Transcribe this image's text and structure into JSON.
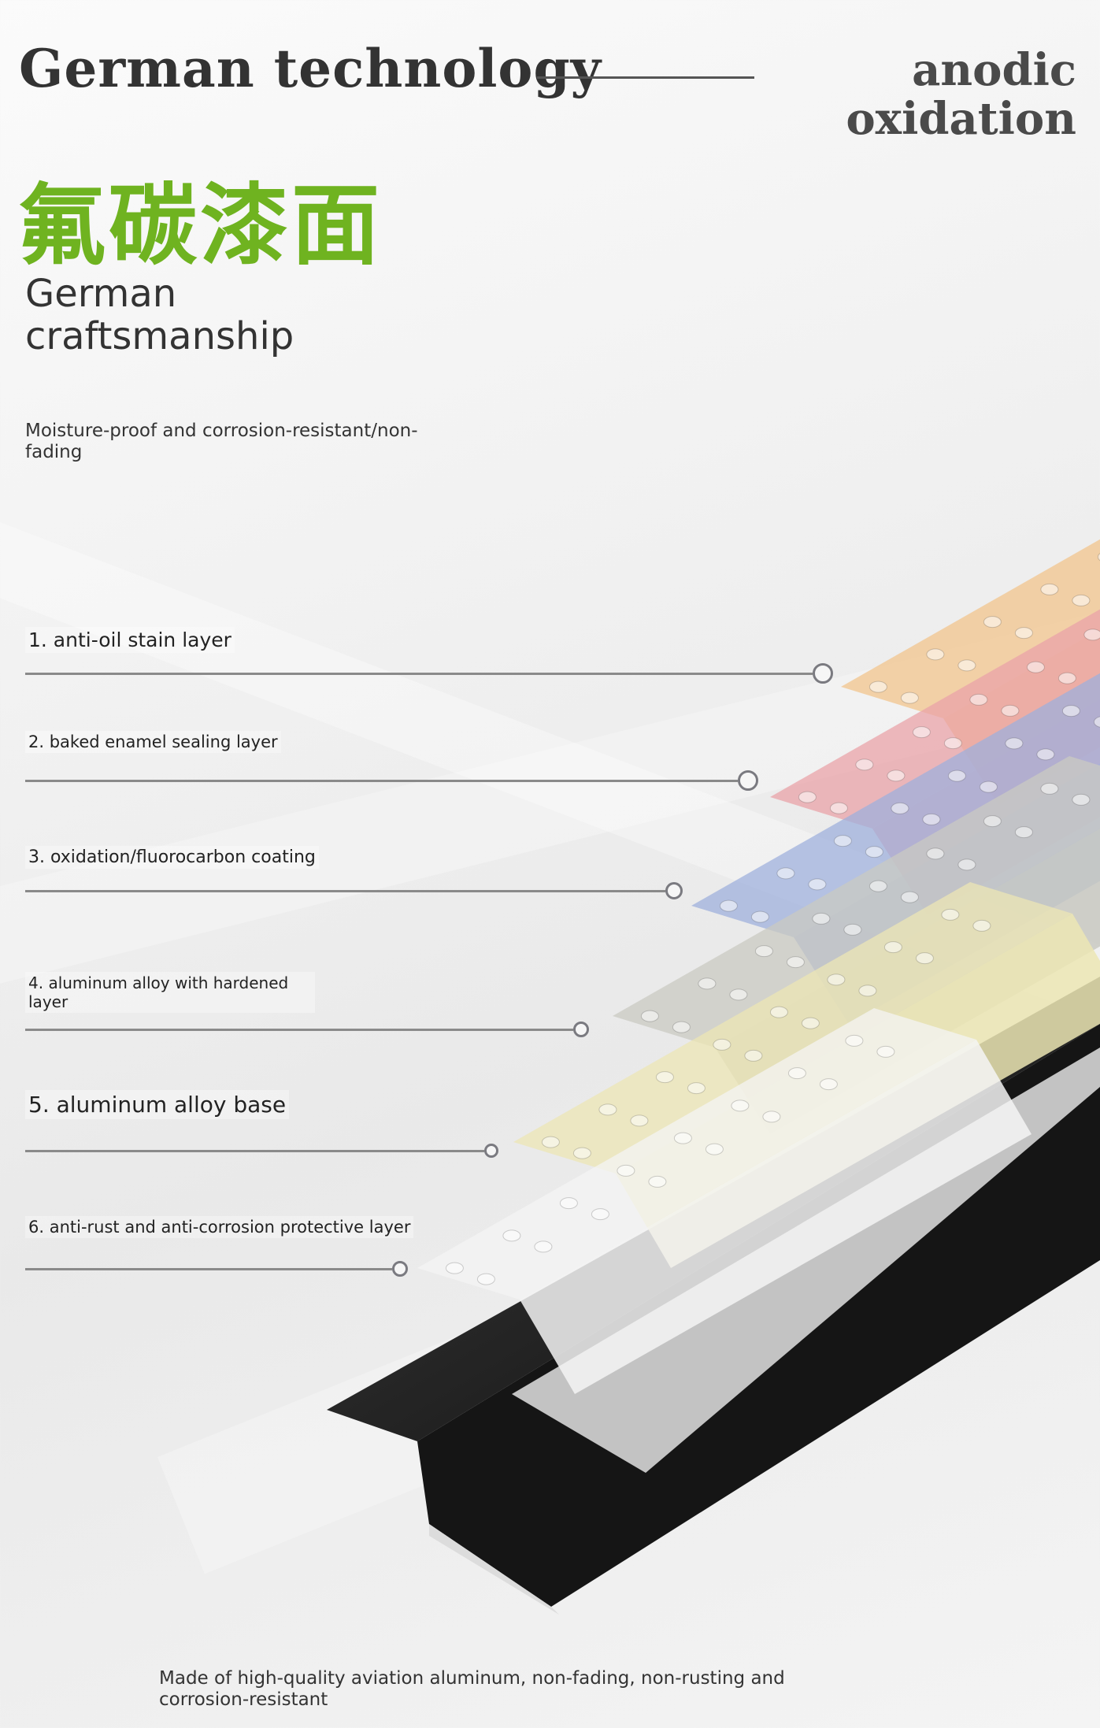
{
  "header": {
    "title": "German technology",
    "side_title_line1": "anodic",
    "side_title_line2": "oxidation"
  },
  "chinese_title": "氟碳漆面",
  "subtitle_line1": "German",
  "subtitle_line2": "craftsmanship",
  "tagline": "Moisture-proof and corrosion-resistant/non-fading",
  "layers": [
    {
      "label": "1. anti-oil stain layer",
      "color": "#f2c48c"
    },
    {
      "label": "2. baked enamel sealing layer",
      "color": "#e9a3a8"
    },
    {
      "label": "3. oxidation/fluorocarbon coating",
      "color": "#9fb0dc"
    },
    {
      "label": "4. aluminum alloy with hardened layer",
      "color": "#c9c9c2"
    },
    {
      "label": "5. aluminum alloy base",
      "color": "#ece6b4"
    },
    {
      "label": "6. anti-rust and anti-corrosion protective layer",
      "color": "#f4f4f4"
    }
  ],
  "base_profile_color": "#1e1e1e",
  "title_green": "#6fb320",
  "footer_text": "Made of high-quality aviation aluminum, non-fading, non-rusting and corrosion-resistant"
}
